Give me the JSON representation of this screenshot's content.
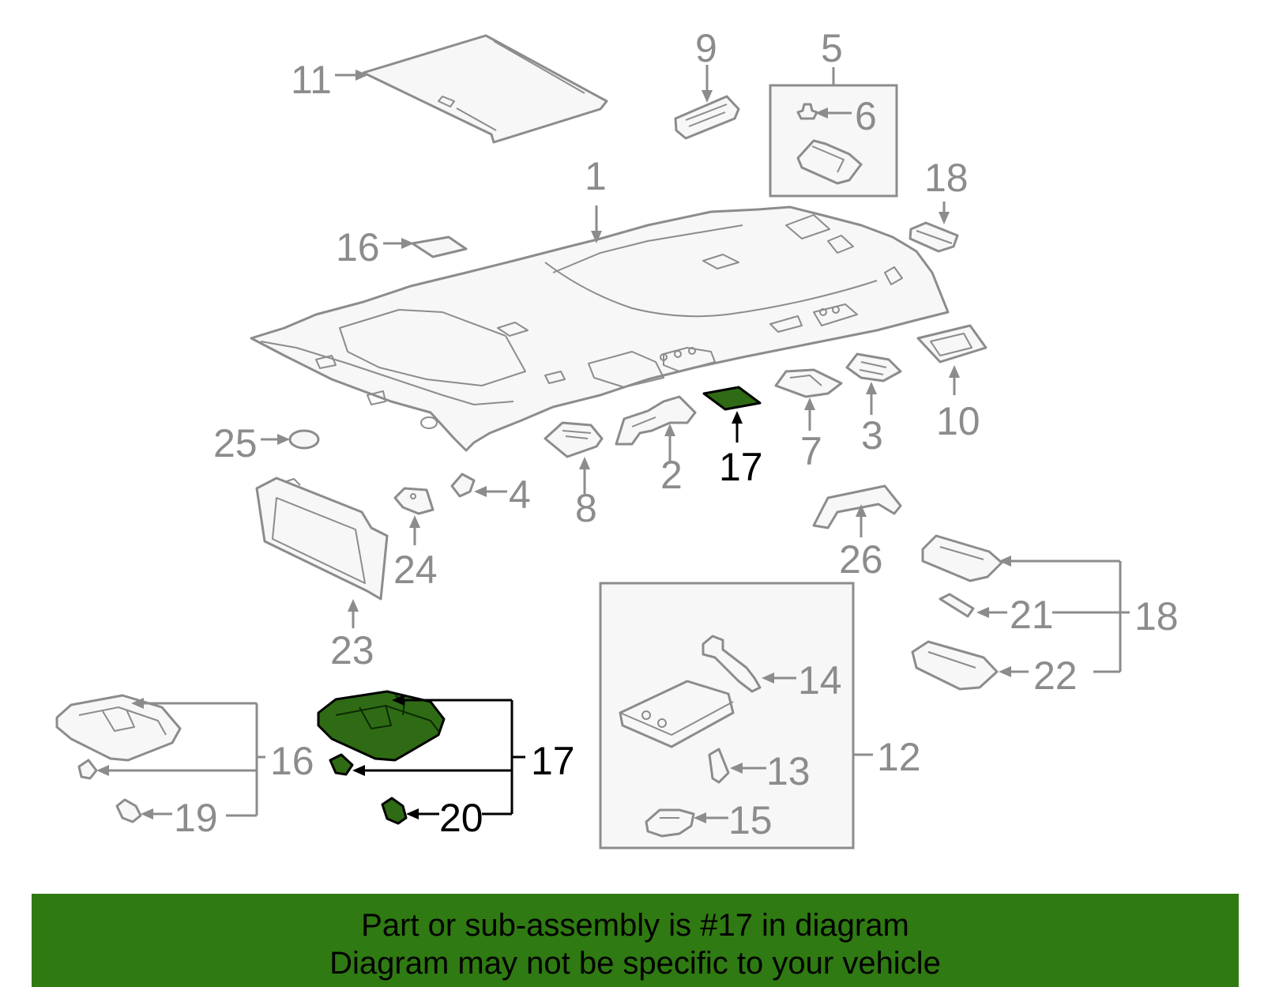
{
  "highlight_color": "#2f7a12",
  "callouts": {
    "c1": "1",
    "c2": "2",
    "c3": "3",
    "c4": "4",
    "c5": "5",
    "c6": "6",
    "c7": "7",
    "c8": "8",
    "c9": "9",
    "c10": "10",
    "c11": "11",
    "c12": "12",
    "c13": "13",
    "c14": "14",
    "c15": "15",
    "c16a": "16",
    "c16b": "16",
    "c17a": "17",
    "c17b": "17",
    "c18a": "18",
    "c18b": "18",
    "c19": "19",
    "c20": "20",
    "c21": "21",
    "c22": "22",
    "c23": "23",
    "c24": "24",
    "c25": "25",
    "c26": "26"
  },
  "banner": {
    "line1": "Part or sub-assembly is #17 in diagram",
    "line2": "Diagram may not be specific to your vehicle"
  }
}
